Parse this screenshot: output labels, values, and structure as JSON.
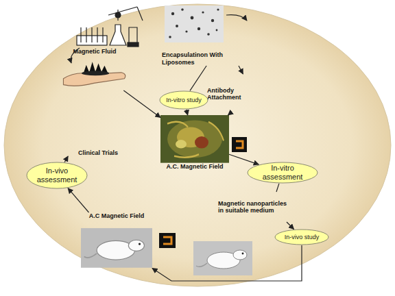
{
  "diagram": {
    "nodes": [
      {
        "text": [
          "Magnetic Fluid"
        ]
      },
      {
        "text": [
          "Encapsulatinon With Liposomes"
        ]
      },
      {
        "text": [
          "Antibody Attachment"
        ]
      },
      {
        "text": [
          "In-vitro study"
        ]
      },
      {
        "text": [
          "A.C. Magnetic Field"
        ]
      },
      {
        "text": [
          "In-vitro assessment"
        ]
      },
      {
        "text": [
          "Magnetic nanoparticles in suitable medium"
        ]
      },
      {
        "text": [
          "In-vivo study"
        ]
      },
      {
        "text": [
          "A.C Magnetic Field"
        ]
      },
      {
        "text": [
          "In-vivo assessment"
        ]
      },
      {
        "text": [
          "Clinical Trials"
        ]
      }
    ],
    "edges": [
      {
        "from": 0,
        "to": 4,
        "arrow": "to"
      },
      {
        "from": 1,
        "to": 3,
        "arrow": "none"
      },
      {
        "from": 3,
        "to": 4,
        "arrow": "to"
      },
      {
        "from": 1,
        "to": 2,
        "arrow": "to"
      },
      {
        "from": 2,
        "to": 4,
        "arrow": "to"
      },
      {
        "from": 4,
        "to": 5,
        "arrow": "to"
      },
      {
        "from": 5,
        "to": 6,
        "arrow": "none"
      },
      {
        "from": 6,
        "to": 7,
        "arrow": "to"
      },
      {
        "from": 7,
        "to": 8,
        "arrow": "to"
      },
      {
        "from": 8,
        "to": 9,
        "arrow": "to"
      },
      {
        "from": 9,
        "to": 10,
        "arrow": "to"
      }
    ]
  }
}
